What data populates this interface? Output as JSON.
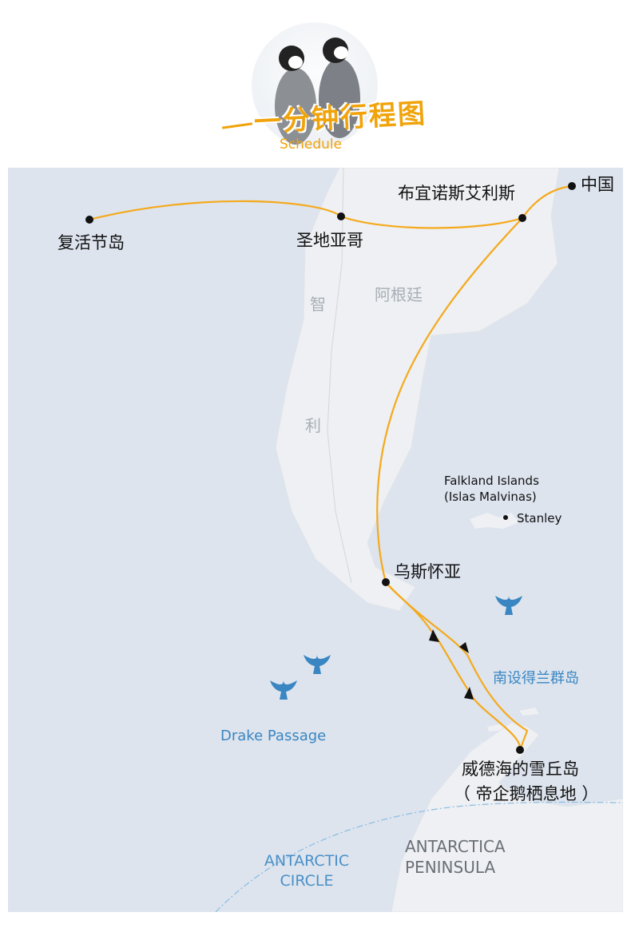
{
  "header": {
    "title": "一分钟行程图",
    "subtitle": "Schedule",
    "photo": "emperor-penguin-chicks"
  },
  "colors": {
    "route": "#f5a91c",
    "ocean": "#dde4ee",
    "land": "#eef0f3",
    "label_blue": "#3a86c2"
  },
  "places": {
    "easter_island": "复活节岛",
    "santiago": "圣地亚哥",
    "buenos_aires": "布宜诺斯艾利斯",
    "china": "中国",
    "ushuaia": "乌斯怀亚",
    "snow_hill": "威德海的雪丘岛",
    "snow_hill_note": "（ 帝企鹅栖息地 ）",
    "stanley": "Stanley"
  },
  "countries": {
    "chile_1": "智",
    "chile_2": "利",
    "argentina": "阿根廷"
  },
  "regions": {
    "falkland_1": "Falkland Islands",
    "falkland_2": "(Islas Malvinas)",
    "south_shetland": "南设得兰群岛",
    "drake_passage": "Drake Passage",
    "antarctica_1": "ANTARCTICA",
    "antarctica_2": "PENINSULA",
    "circle_1": "ANTARCTIC",
    "circle_2": "CIRCLE"
  },
  "icons": [
    "whale-tail-icon",
    "whale-tail-icon",
    "whale-tail-icon"
  ]
}
